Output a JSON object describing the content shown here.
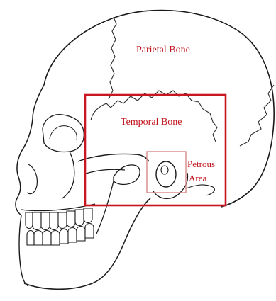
{
  "figure": {
    "labels": {
      "parietal": "Parietal Bone",
      "temporal": "Temporal Bone",
      "petrous_line1": "Petrous",
      "petrous_line2": "Area"
    },
    "colors": {
      "label": "#c0141c",
      "box_outer": "#c8161e",
      "box_inner": "#d98a8a",
      "outline": "#1a1a1a",
      "background": "#ffffff"
    }
  }
}
